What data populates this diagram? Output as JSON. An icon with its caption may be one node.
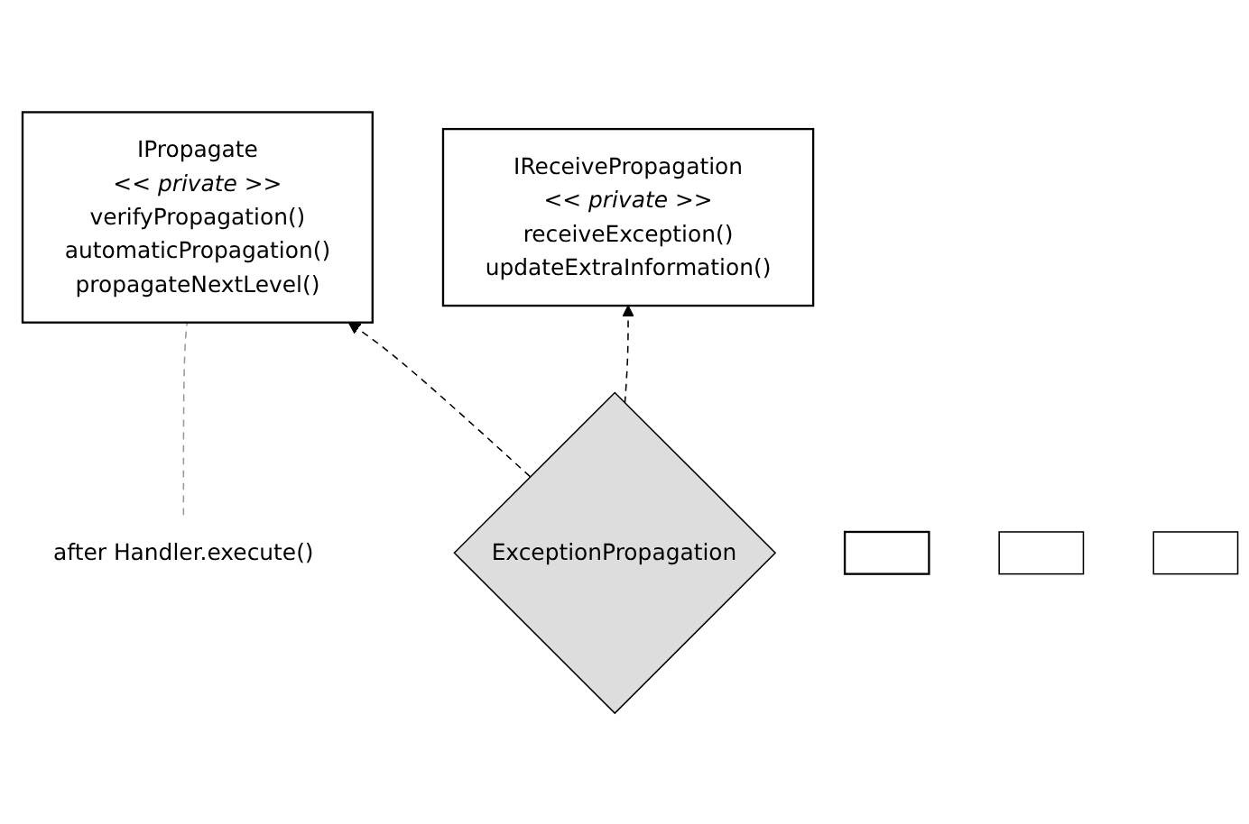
{
  "diagram": {
    "nodes": [
      {
        "text": [
          "after Handler.execute()"
        ]
      },
      {
        "text": [
          "IPropagate",
          "<< private >>",
          "verifyPropagation()",
          "automaticPropagation()",
          "propagateNextLevel()"
        ]
      },
      {
        "text": [
          "IReceivePropagation",
          "<< private >>",
          "receiveException()",
          "updateExtraInformation()"
        ]
      },
      {
        "text": [
          "ExceptionPropagation"
        ]
      },
      {
        "text": [],
        "shape": "box"
      },
      {
        "text": [],
        "shape": "box"
      },
      {
        "text": [],
        "shape": "box"
      }
    ],
    "edges": [
      {
        "from": 0,
        "to": 1,
        "arrow": "none",
        "style": "dashed",
        "color": "#999999"
      },
      {
        "from": 3,
        "to": 1,
        "arrow": "to",
        "style": "dashed"
      },
      {
        "from": 3,
        "to": 2,
        "arrow": "to",
        "style": "dashed"
      }
    ]
  }
}
